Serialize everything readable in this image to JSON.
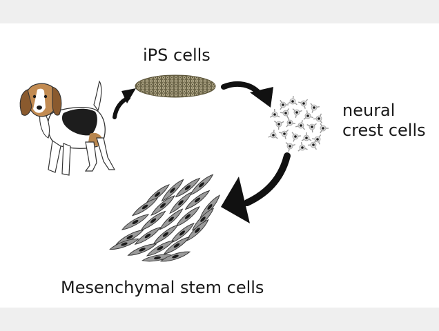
{
  "diagram": {
    "nodes": {
      "ips": {
        "label": "iPS cells"
      },
      "neural_crest": {
        "label_line1": "neural",
        "label_line2": "crest cells"
      },
      "msc": {
        "label": "Mesenchymal stem cells"
      }
    },
    "flow": [
      "dog",
      "ips",
      "neural_crest",
      "msc"
    ]
  }
}
